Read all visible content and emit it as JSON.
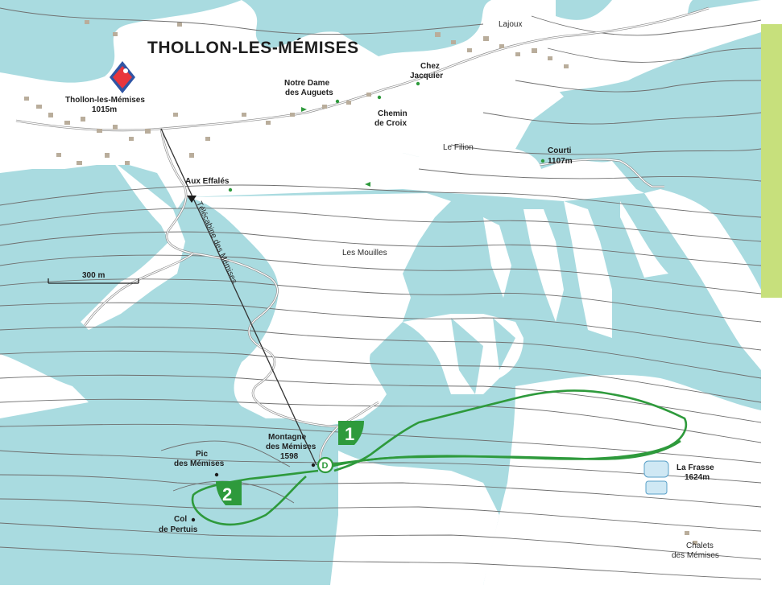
{
  "map": {
    "title": "THOLLON-LES-MÉMISES",
    "scale_label": "300 m",
    "cable_car_label": "Télécabine des Mémises",
    "route_badges": [
      "1",
      "2"
    ],
    "start_marker": "D",
    "icons": [
      "resort-logo-icon",
      "start-marker-icon"
    ],
    "colors": {
      "forest": "#a9dbe0",
      "route": "#2e9a3c",
      "green_band": "#c7e07c",
      "contour": "#6f6f6f"
    },
    "places": {
      "thollon_name": "Thollon-les-Mémises",
      "thollon_alt": "1015m",
      "lajoux": "Lajoux",
      "chez_1": "Chez",
      "chez_2": "Jacquier",
      "notre_dame_1": "Notre Dame",
      "notre_dame_2": "des Auguets",
      "chemin_1": "Chemin",
      "chemin_2": "de Croix",
      "filion": "Le Filion",
      "courti_name": "Courti",
      "courti_alt": "1107m",
      "effales": "Aux Effalés",
      "mouilles": "Les Mouilles",
      "montagne_1": "Montagne",
      "montagne_2": "des Mémises",
      "montagne_alt": "1598",
      "pic_1": "Pic",
      "pic_2": "des Mémises",
      "col_1": "Col",
      "col_2": "de Pertuis",
      "frasse_name": "La Frasse",
      "frasse_alt": "1624m",
      "chalets_1": "Chalets",
      "chalets_2": "des Mémises"
    }
  }
}
